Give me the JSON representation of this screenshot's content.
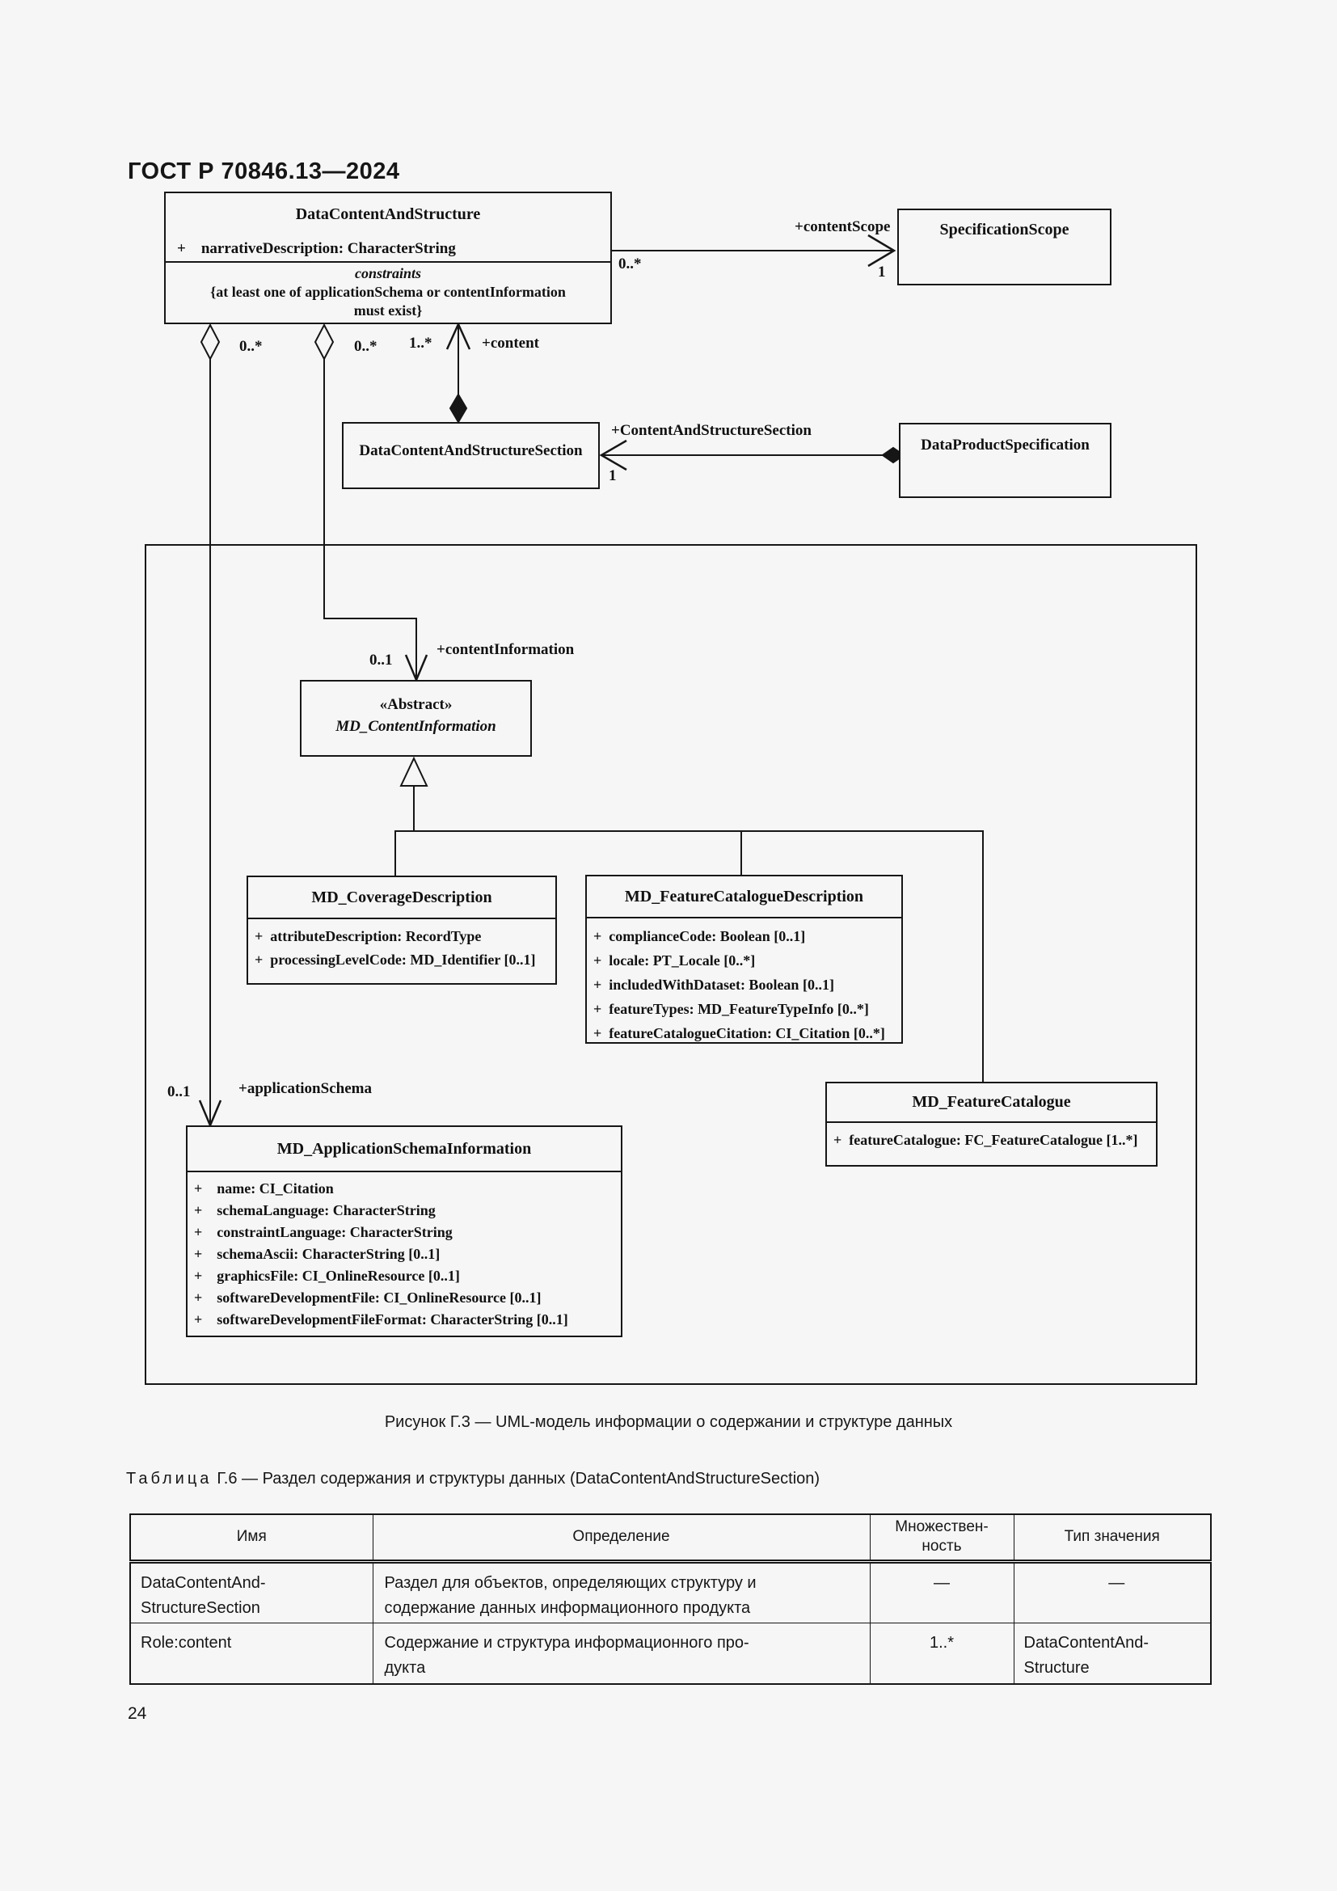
{
  "page": {
    "header": "ГОСТ Р 70846.13—2024",
    "page_number": "24"
  },
  "figure": {
    "caption": "Рисунок Г.3 — UML-модель информации о содержании и структуре данных",
    "classes": {
      "dcas": {
        "title": "DataContentAndStructure",
        "attrs": [
          "+    narrativeDescription: CharacterString"
        ],
        "constraints_label": "constraints",
        "constraints_text": "{at least one of applicationSchema or contentInformation\nmust exist}"
      },
      "specscope": {
        "title": "SpecificationScope"
      },
      "dcass": {
        "title": "DataContentAndStructureSection"
      },
      "dps": {
        "title": "DataProductSpecification"
      },
      "mdci": {
        "stereotype": "«Abstract»",
        "title": "MD_ContentInformation"
      },
      "mdcvd": {
        "title": "MD_CoverageDescription",
        "attrs": [
          "+  attributeDescription: RecordType",
          "+  processingLevelCode: MD_Identifier [0..1]"
        ]
      },
      "mdfcd": {
        "title": "MD_FeatureCatalogueDescription",
        "attrs": [
          "+  complianceCode: Boolean [0..1]",
          "+  locale: PT_Locale [0..*]",
          "+  includedWithDataset: Boolean [0..1]",
          "+  featureTypes: MD_FeatureTypeInfo [0..*]",
          "+  featureCatalogueCitation: CI_Citation [0..*]"
        ]
      },
      "mdfc": {
        "title": "MD_FeatureCatalogue",
        "attrs": [
          "+  featureCatalogue: FC_FeatureCatalogue [1..*]"
        ]
      },
      "mdasi": {
        "title": "MD_ApplicationSchemaInformation",
        "attrs": [
          "+    name: CI_Citation",
          "+    schemaLanguage: CharacterString",
          "+    constraintLanguage: CharacterString",
          "+    schemaAscii: CharacterString [0..1]",
          "+    graphicsFile: CI_OnlineResource [0..1]",
          "+    softwareDevelopmentFile: CI_OnlineResource [0..1]",
          "+    softwareDevelopmentFileFormat: CharacterString [0..1]"
        ]
      }
    },
    "labels": {
      "content_scope": "+contentScope",
      "content_scope_src_mult": "0..*",
      "content_scope_tgt_mult": "1",
      "agg1_mult": "0..*",
      "agg2_mult": "0..*",
      "content_mult": "1..*",
      "content": "+content",
      "section_role": "+ContentAndStructureSection",
      "section_mult": "1",
      "content_information_mult": "0..1",
      "content_information": "+contentInformation",
      "application_schema_mult": "0..1",
      "application_schema": "+applicationSchema"
    }
  },
  "table": {
    "title_prefix": "Таблица",
    "title_rest": "Г.6 — Раздел содержания и структуры данных (DataContentAndStructureSection)",
    "headers": [
      "Имя",
      "Определение",
      "Множествен-\nность",
      "Тип значения"
    ],
    "rows": [
      {
        "name": "DataContentAnd-\nStructureSection",
        "definition": "Раздел для объектов, определяющих структуру и\nсодержание данных информационного продукта",
        "multiplicity": "—",
        "value_type": "—"
      },
      {
        "name": "Role:content",
        "definition": "Содержание и структура информационного про-\nдукта",
        "multiplicity": "1..*",
        "value_type": "DataContentAnd-\nStructure"
      }
    ]
  }
}
